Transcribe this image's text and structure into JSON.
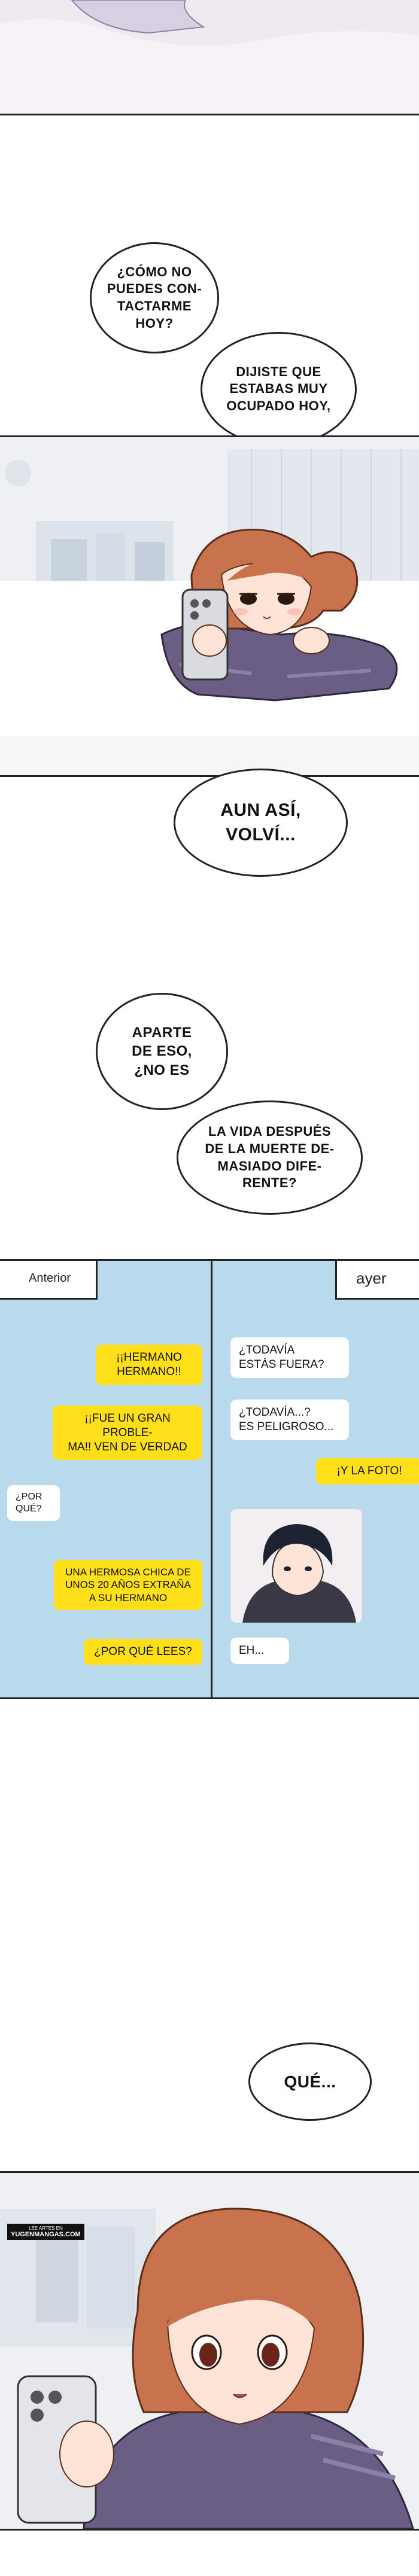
{
  "bubbles": {
    "b1": "¿CÓMO NO\nPUEDES CON-\nTACTARME\nHOY?",
    "b2": "DIJISTE QUE\nESTABAS MUY\nOCUPADO HOY,",
    "b3": "AUN ASÍ,\nVOLVÍ...",
    "b4": "APARTE\nDE ESO,\n¿NO ES",
    "b5": "LA VIDA DESPUÉS\nDE LA MUERTE DE-\nMASIADO DIFE-\nRENTE?",
    "b6": "QUÉ..."
  },
  "chat": {
    "left_header": "Anterior",
    "right_header": "ayer",
    "left_messages": [
      "¡¡HERMANO\nHERMANO!!",
      "¡¡FUE UN GRAN PROBLE-\nMA!! VEN DE VERDAD",
      "¿POR\nQUÉ?",
      "UNA HERMOSA CHICA DE\nUNOS 20 AÑOS EXTRAÑA\nA SU HERMANO",
      "¿POR QUÉ LEES?"
    ],
    "right_messages": [
      "¿TODAVÍA\nESTÁS FUERA?",
      "¿TODAVÍA...?\nES PELIGROSO...",
      "¡Y LA FOTO!",
      "EH..."
    ]
  },
  "watermark": {
    "line1": "LEE ARTES EN",
    "line2": "YUGENMANGAS.COM"
  },
  "colors": {
    "chat_bg": "#b9d9ec",
    "yellow": "#ffdf1a",
    "hair": "#c8734e",
    "hoodie": "#6b5e84"
  }
}
